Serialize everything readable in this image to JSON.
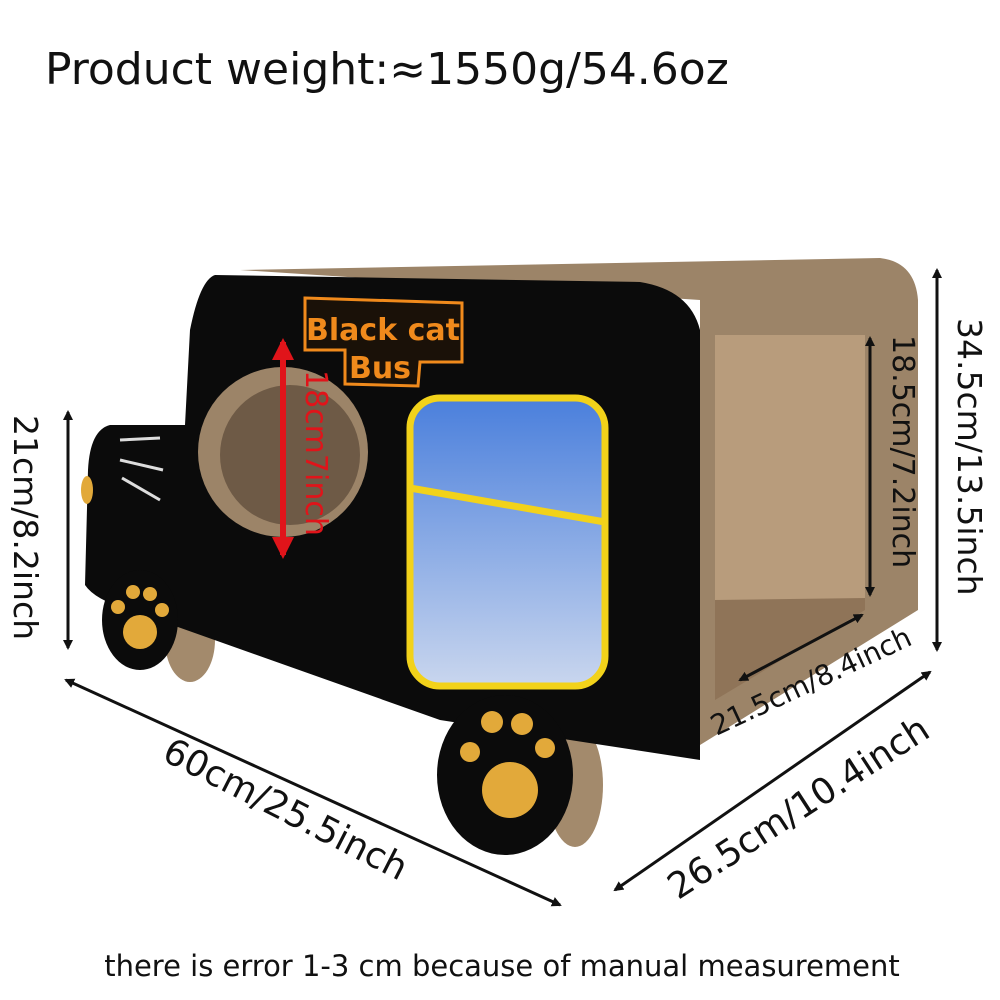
{
  "title": "Product weight:≈1550g/54.6oz",
  "logo": {
    "line1": "Black cat",
    "line2": "Bus"
  },
  "dimensions": {
    "front_height": "21cm/8.2inch",
    "hole_diameter": "18cm7inch",
    "inner_height": "18.5cm/7.2inch",
    "total_height": "34.5cm/13.5inch",
    "length": "60cm/25.5inch",
    "width": "26.5cm/10.4inch",
    "inner_depth": "21.5cm/8.4inch"
  },
  "footer": "there is error 1-3 cm because of manual measurement",
  "colors": {
    "cardboard": "#9c8468",
    "body": "#0b0b0b",
    "paw": "#e2a93a",
    "window": "#5b8ede",
    "window_frame": "#f2d21a",
    "logo": "#f08a1c",
    "hole_arrow": "#e0141a"
  }
}
